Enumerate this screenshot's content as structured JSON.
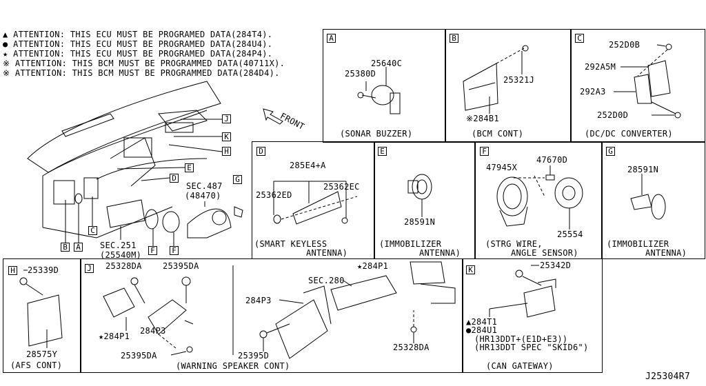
{
  "attention_notes": [
    {
      "symbol": "▲",
      "text": "ATTENTION: THIS ECU MUST BE PROGRAMED DATA(284T4)."
    },
    {
      "symbol": "●",
      "text": "ATTENTION: THIS ECU MUST BE PROGRAMED DATA(284U4)."
    },
    {
      "symbol": "★",
      "text": "ATTENTION: THIS ECU MUST BE PROGRAMED DATA(284P4)."
    },
    {
      "symbol": "※",
      "text": "ATTENTION: THIS BCM MUST BE PROGRAMMED DATA(40711X)."
    },
    {
      "symbol": "※",
      "text": "ATTENTION: THIS BCM MUST BE PROGRAMMED DATA(284D4)."
    }
  ],
  "overview": {
    "front": "FRONT",
    "sec487": "SEC.487",
    "sec487_part": "(48470)",
    "sec251": "SEC.251",
    "sec251_part": "(25540M)",
    "tags": [
      "J",
      "K",
      "H",
      "E",
      "D",
      "G",
      "B",
      "A",
      "C",
      "F",
      "F"
    ]
  },
  "panels": {
    "A": {
      "tag": "A",
      "caption": "(SONAR BUZZER)",
      "parts": [
        "25640C",
        "25380D"
      ]
    },
    "B": {
      "tag": "B",
      "caption": "(BCM CONT)",
      "parts": [
        "25321J",
        "※284B1"
      ]
    },
    "C": {
      "tag": "C",
      "caption": "(DC/DC CONVERTER)",
      "parts": [
        "252D0B",
        "292A5M",
        "292A3",
        "252D0D"
      ]
    },
    "D": {
      "tag": "D",
      "caption1": "(SMART KEYLESS",
      "caption2": "ANTENNA)",
      "parts": [
        "285E4+A",
        "25362EC",
        "25362ED"
      ]
    },
    "E": {
      "tag": "E",
      "caption1": "(IMMOBILIZER",
      "caption2": "ANTENNA)",
      "parts": [
        "28591N"
      ]
    },
    "F": {
      "tag": "F",
      "caption1": "(STRG WIRE,",
      "caption2": "ANGLE SENSOR)",
      "parts": [
        "47670D",
        "47945X",
        "25554"
      ]
    },
    "G": {
      "tag": "G",
      "caption1": "(IMMOBILIZER",
      "caption2": "ANTENNA)",
      "parts": [
        "28591N"
      ]
    },
    "H": {
      "tag": "H",
      "caption": "(AFS CONT)",
      "parts": [
        "25339D",
        "28575Y"
      ]
    },
    "J": {
      "tag": "J",
      "caption": "(WARNING SPEAKER CONT)",
      "parts": [
        "25328DA",
        "25395DA",
        "★284P1",
        "284P3",
        "25395DA",
        "★284P1",
        "SEC.280",
        "284P3",
        "25395D",
        "25328DA"
      ]
    },
    "K": {
      "tag": "K",
      "caption": "(CAN GATEWAY)",
      "parts": [
        "25342D",
        "▲284T1",
        "●284U1",
        "(HR13DDT+(E1D+E3))",
        "(HR13DDT SPEC \"SKID6\")"
      ]
    }
  },
  "diagram_code": "J25304R7"
}
